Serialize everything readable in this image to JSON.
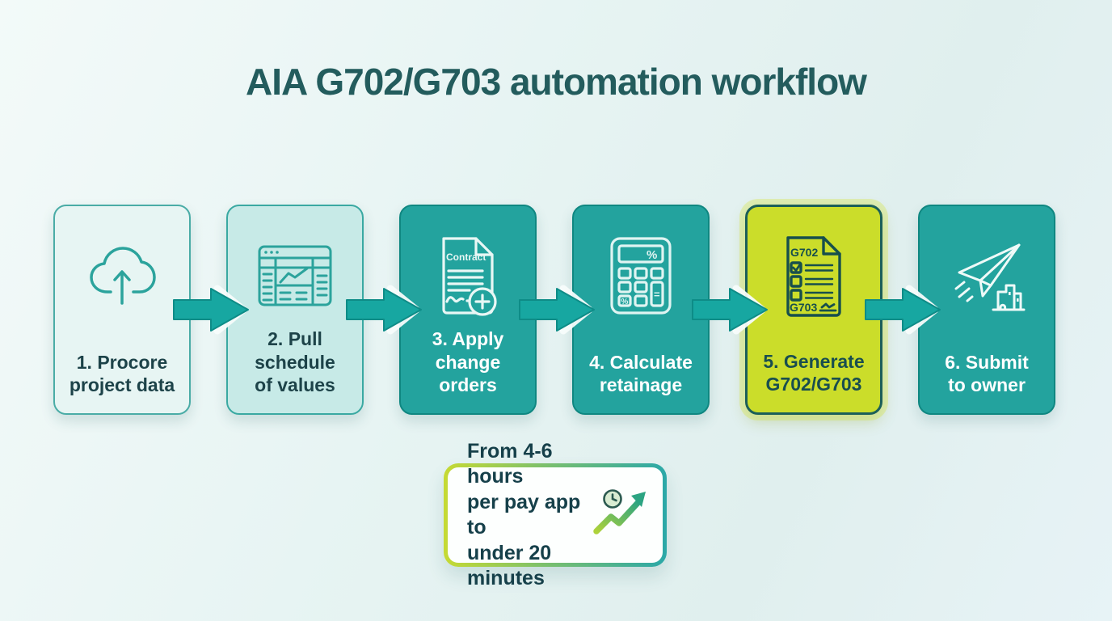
{
  "title": "AIA G702/G703 automation workflow",
  "colors": {
    "background": "#e7f4f3",
    "title_text": "#235c5d",
    "teal_card": "#23a39e",
    "teal_card_border": "#0f8781",
    "light_card_1": "#e7f5f3",
    "light_card_2": "#c7eae7",
    "yellow_card": "#cbdd2a",
    "yellow_card_border": "#1c5f59",
    "arrow": "#17a7a1",
    "dark_text": "#1d4349",
    "white_text": "#ffffff",
    "callout_border_left": "#c6da33",
    "callout_border_right": "#2ba8a8"
  },
  "steps": [
    {
      "label": "1. Procore\nproject data",
      "icon": "cloud-upload-icon",
      "style": "light"
    },
    {
      "label": "2. Pull\nschedule\nof values",
      "icon": "spreadsheet-icon",
      "style": "light-mint"
    },
    {
      "label": "3. Apply\nchange orders",
      "icon": "contract-document-icon",
      "icon_label": "Contract",
      "style": "teal"
    },
    {
      "label": "4. Calculate\nretainage",
      "icon": "calculator-icon",
      "icon_display": "%",
      "icon_key_equals": "=",
      "icon_key_percent": "%",
      "style": "teal"
    },
    {
      "label": "5. Generate\nG702/G703",
      "icon": "g702-g703-document-icon",
      "icon_label_top": "G702",
      "icon_label_bottom": "G703",
      "style": "yellow-highlight"
    },
    {
      "label": "6. Submit\nto owner",
      "icon": "paper-plane-icon",
      "style": "teal"
    }
  ],
  "connector": {
    "icon": "arrow-right-icon"
  },
  "callout": {
    "text": "From 4-6 hours\nper pay app to\nunder 20 minutes",
    "icon": "trend-up-clock-icon"
  }
}
